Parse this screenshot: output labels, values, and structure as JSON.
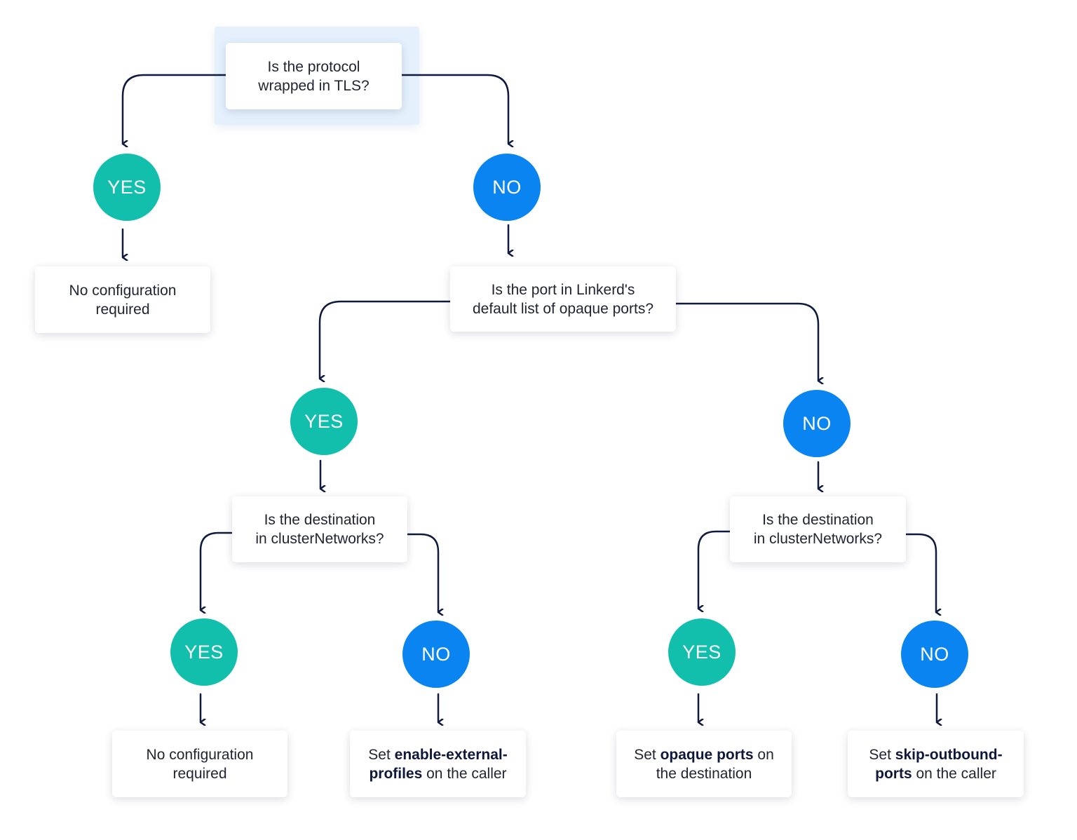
{
  "colors": {
    "yes": "#12bfac",
    "no": "#0a84f0",
    "edge": "#101a3e"
  },
  "nodes": {
    "q_tls": {
      "line1": "Is the protocol",
      "line2": "wrapped in TLS?"
    },
    "yes_label": "YES",
    "no_label": "NO",
    "r_none_1": {
      "line1": "No configuration",
      "line2": "required"
    },
    "q_port": {
      "line1": "Is the port in Linkerd's",
      "line2": "default list of opaque ports?"
    },
    "q_dest_left": {
      "line1": "Is the destination",
      "line2": "in clusterNetworks?"
    },
    "q_dest_right": {
      "line1": "Is the destination",
      "line2": "in clusterNetworks?"
    },
    "r_none_2": {
      "line1": "No configuration",
      "line2": "required"
    },
    "r_ext": {
      "pre": "Set ",
      "bold1": "enable-external-",
      "bold2": "profiles",
      "post": " on the caller"
    },
    "r_opaque": {
      "pre": "Set ",
      "bold": "opaque ports",
      "post": " on",
      "line2": "the destination"
    },
    "r_skip": {
      "pre": "Set ",
      "bold1": "skip-outbound-",
      "bold2": "ports",
      "post": " on the caller"
    }
  }
}
